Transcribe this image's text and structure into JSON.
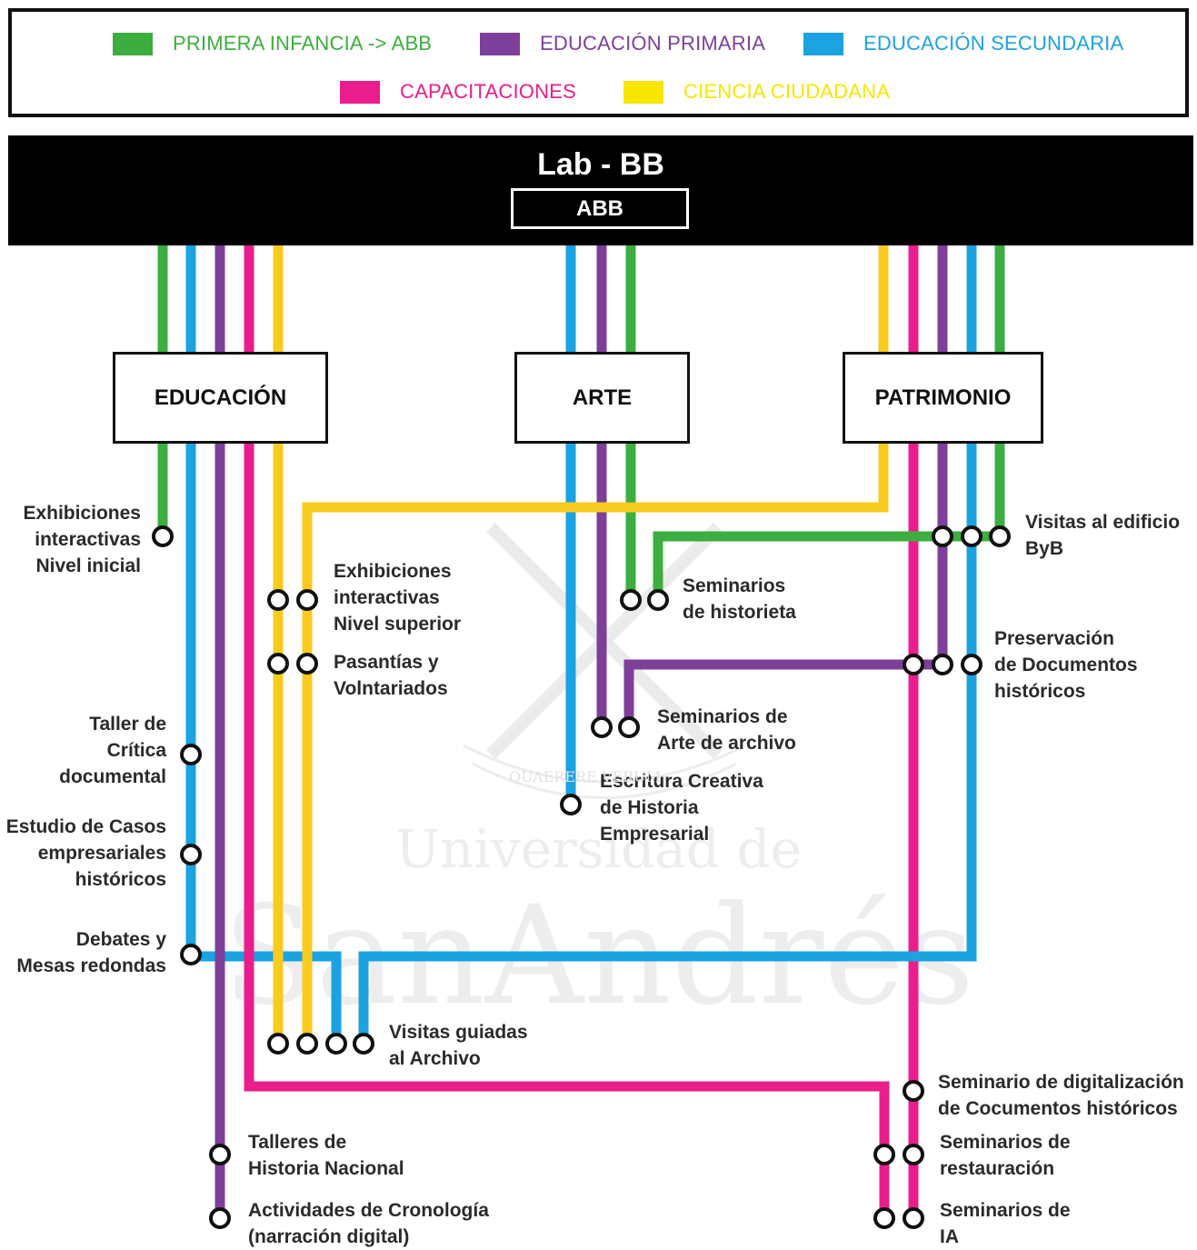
{
  "legend": [
    {
      "label": "PRIMERA INFANCIA -> ABB",
      "color": "#3cae3f"
    },
    {
      "label": "EDUCACIÓN PRIMARIA",
      "color": "#7e3f9b"
    },
    {
      "label": "EDUCACIÓN SECUNDARIA",
      "color": "#1ba2e1"
    },
    {
      "label": "CAPACITACIONES",
      "color": "#e91e8c"
    },
    {
      "label": "CIENCIA CIUDADANA",
      "color": "#f7e600"
    }
  ],
  "line_colors": {
    "green": "#3cae3f",
    "purple": "#7e3f9b",
    "blue": "#1ba2e1",
    "pink": "#e91e8c",
    "yellow": "#f9cb1e"
  },
  "header": {
    "title": "Lab - BB",
    "subtitle": "ABB"
  },
  "hubs": {
    "educacion": "EDUCACIÓN",
    "arte": "ARTE",
    "patrimonio": "PATRIMONIO"
  },
  "stations": {
    "exhibiciones_inicial": "Exhibiciones\ninteractivas\nNivel inicial",
    "exhibiciones_superior": "Exhibiciones\ninteractivas\nNivel superior",
    "pasantias": "Pasantías y\nVolntariados",
    "taller_critica": "Taller de\nCrítica\ndocumental",
    "estudio_casos": "Estudio de Casos\nempresariales\nhistóricos",
    "debates": "Debates y\nMesas redondas",
    "visitas_guiadas": "Visitas guiadas\nal Archivo",
    "talleres_historia": "Talleres de\nHistoria Nacional",
    "actividades_cronologia": "Actividades de Cronología\n(narración digital)",
    "seminarios_historieta": "Seminarios\nde historieta",
    "seminarios_archivo": "Seminarios de\nArte de archivo",
    "escritura_creativa": "Escritura Creativa\nde Historia\nEmpresarial",
    "visitas_edificio": "Visitas al edificio\nByB",
    "preservacion": "Preservación\nde Documentos\nhistóricos",
    "seminario_digitalizacion": "Seminario de digitalización\nde Cocumentos históricos",
    "seminarios_restauracion": "Seminarios de\nrestauración",
    "seminarios_ia": "Seminarios de\nIA"
  },
  "watermark": {
    "motto": "QUAERERE VERUM",
    "line1": "Universidad de",
    "line2": "SanAndrés"
  }
}
